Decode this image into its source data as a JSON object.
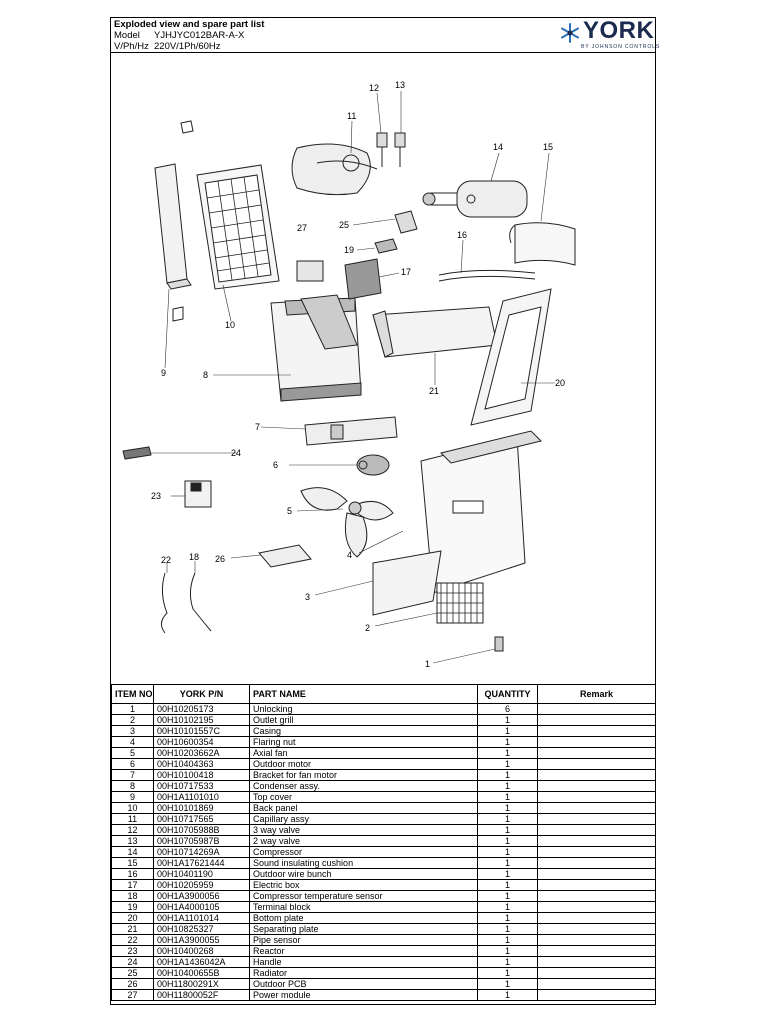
{
  "header": {
    "title": "Exploded view and spare part list",
    "model_label": "Model",
    "model_value": "YJHJYC012BAR-A-X",
    "power_label": "V/Ph/Hz",
    "power_value": "220V/1Ph/60Hz"
  },
  "logo": {
    "brand": "YORK",
    "tagline": "BY JOHNSON CONTROLS",
    "color": "#1b2a4e",
    "icon": "snowflake-logo-icon"
  },
  "diagram": {
    "callouts": [
      "12",
      "13",
      "11",
      "14",
      "15",
      "27",
      "25",
      "16",
      "19",
      "17",
      "10",
      "9",
      "8",
      "21",
      "20",
      "7",
      "24",
      "6",
      "23",
      "5",
      "4",
      "22",
      "18",
      "26",
      "3",
      "2",
      "1"
    ]
  },
  "table": {
    "headers": [
      "ITEM NO",
      "YORK P/N",
      "PART NAME",
      "QUANTITY",
      "Remark"
    ],
    "rows": [
      [
        "1",
        "00H10205173",
        "Unlocking",
        "6",
        ""
      ],
      [
        "2",
        "00H10102195",
        "Outlet grill",
        "1",
        ""
      ],
      [
        "3",
        "00H10101557C",
        "Casing",
        "1",
        ""
      ],
      [
        "4",
        "00H10600354",
        "Flaring nut",
        "1",
        ""
      ],
      [
        "5",
        "00H10203662A",
        "Axial fan",
        "1",
        ""
      ],
      [
        "6",
        "00H10404363",
        "Outdoor motor",
        "1",
        ""
      ],
      [
        "7",
        "00H10100418",
        "Bracket for fan motor",
        "1",
        ""
      ],
      [
        "8",
        "00H10717533",
        "Condenser assy.",
        "1",
        ""
      ],
      [
        "9",
        "00H1A1101010",
        "Top cover",
        "1",
        ""
      ],
      [
        "10",
        "00H10101869",
        "Back panel",
        "1",
        ""
      ],
      [
        "11",
        "00H10717565",
        "Capillary assy",
        "1",
        ""
      ],
      [
        "12",
        "00H10705988B",
        "3 way valve",
        "1",
        ""
      ],
      [
        "13",
        "00H10705987B",
        "2 way valve",
        "1",
        ""
      ],
      [
        "14",
        "00H10714269A",
        "Compressor",
        "1",
        ""
      ],
      [
        "15",
        "00H1A17621444",
        "Sound insulating cushion",
        "1",
        ""
      ],
      [
        "16",
        "00H10401190",
        "Outdoor wire bunch",
        "1",
        ""
      ],
      [
        "17",
        "00H10205959",
        "Electric box",
        "1",
        ""
      ],
      [
        "18",
        "00H1A3900056",
        "Compressor temperature sensor",
        "1",
        ""
      ],
      [
        "19",
        "00H1A4000105",
        "Terminal block",
        "1",
        ""
      ],
      [
        "20",
        "00H1A1101014",
        "Bottom plate",
        "1",
        ""
      ],
      [
        "21",
        "00H10825327",
        "Separating plate",
        "1",
        ""
      ],
      [
        "22",
        "00H1A3900055",
        "Pipe sensor",
        "1",
        ""
      ],
      [
        "23",
        "00H10400268",
        "Reactor",
        "1",
        ""
      ],
      [
        "24",
        "00H1A1436042A",
        "Handle",
        "1",
        ""
      ],
      [
        "25",
        "00H10400655B",
        "Radiator",
        "1",
        ""
      ],
      [
        "26",
        "00H11800291X",
        "Outdoor PCB",
        "1",
        ""
      ],
      [
        "27",
        "00H11800052F",
        "Power module",
        "1",
        ""
      ]
    ]
  }
}
